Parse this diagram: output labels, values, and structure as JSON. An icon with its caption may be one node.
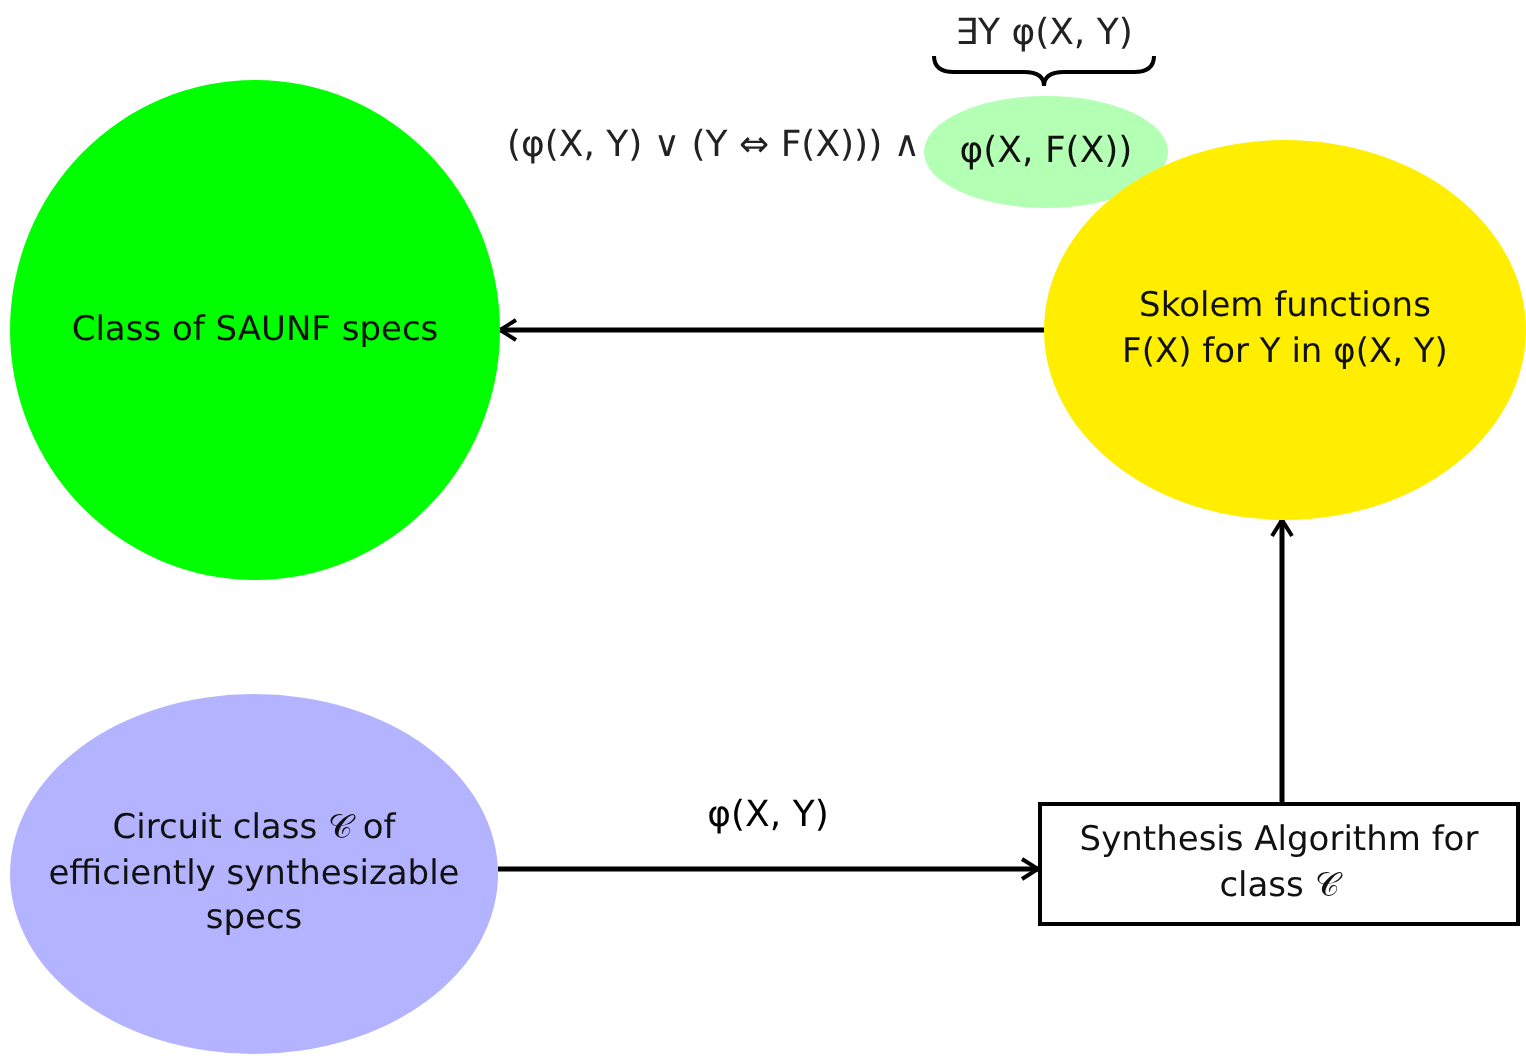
{
  "diagram": {
    "nodes": [
      {
        "text": [
          "φ(X, F(X))"
        ]
      },
      {
        "text": [
          "Class of SAUNF specs"
        ]
      },
      {
        "text": [
          "Skolem functions F(X) for Y in φ(X, Y)"
        ]
      },
      {
        "text": [
          "Circuit class 𝒞 of efficiently synthesizable specs"
        ]
      },
      {
        "text": [
          "Synthesis Algorithm for class 𝒞"
        ]
      }
    ],
    "edges": [
      {
        "from": 2,
        "to": 1,
        "arrow": "to"
      },
      {
        "from": 3,
        "to": 4,
        "arrow": "to",
        "label": "φ(X, Y)"
      },
      {
        "from": 4,
        "to": 2,
        "arrow": "to"
      }
    ],
    "labels": [
      "∃Y φ(X, Y)",
      "(φ(X, Y) ∨ (Y ⇔ F(X))) ∧"
    ]
  }
}
